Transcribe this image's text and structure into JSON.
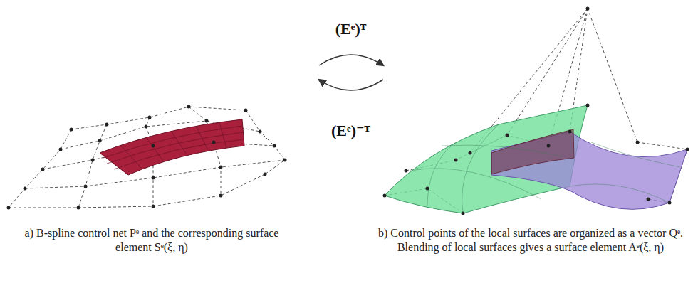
{
  "diagram": {
    "labels": [
      "(Eᵉ)ᵀ",
      "(Eᵉ)⁻ᵀ",
      "a) B-spline control net Pᵉ and the corresponding surface element Sᵉ(ξ, η)",
      "b) Control points of the local surfaces are organized as a vector Qᵉ. Blending of local surfaces gives a surface element Aᵉ(ξ, η)"
    ]
  }
}
